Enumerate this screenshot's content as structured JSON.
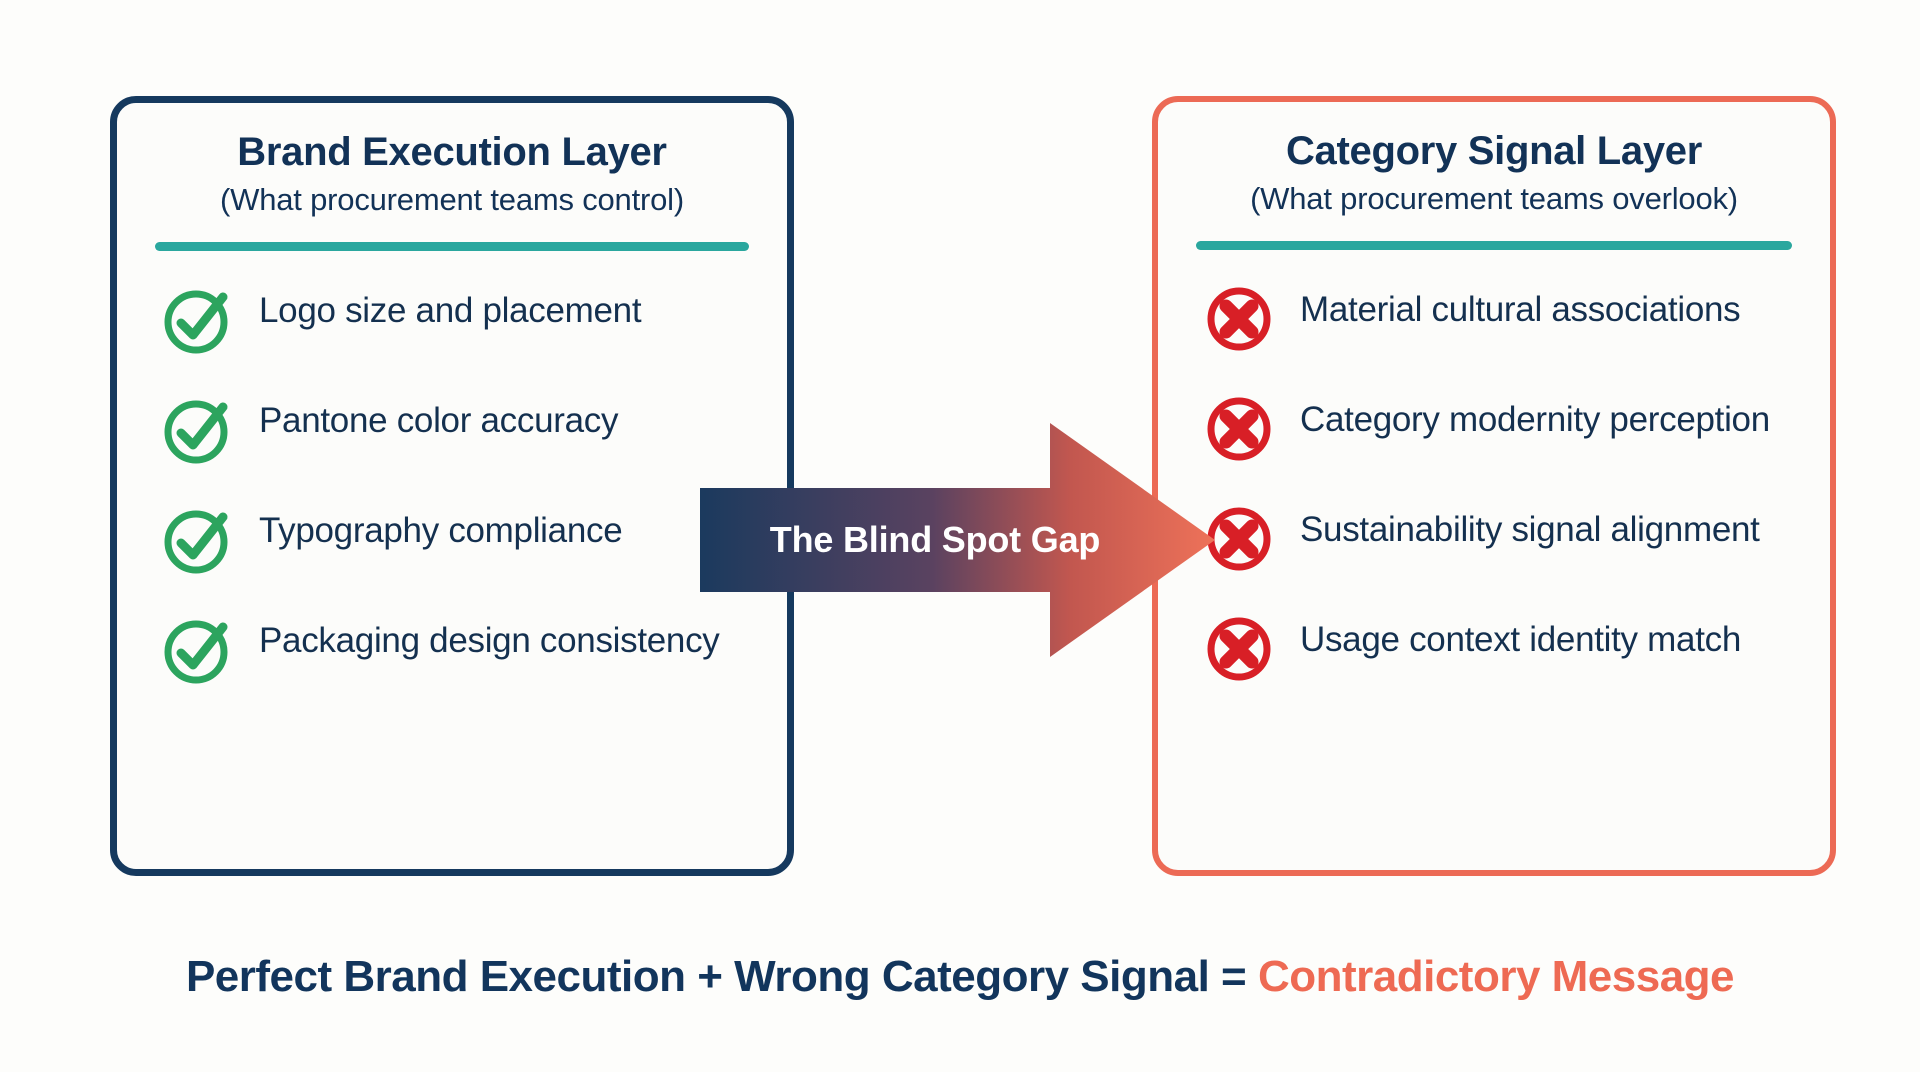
{
  "theme": {
    "navy": "#123257",
    "coral": "#ec6a55",
    "teal": "#2aa79e",
    "green": "#2ca45e",
    "red": "#d81f26",
    "background": "#fdfdfb"
  },
  "left_card": {
    "title": "Brand Execution Layer",
    "subtitle": "(What procurement teams control)",
    "divider_color": "#2aa79e",
    "border_color": "#15395e",
    "icon": "check-circle-icon",
    "items": [
      "Logo size and placement",
      "Pantone color accuracy",
      "Typography compliance",
      "Packaging design consistency"
    ]
  },
  "right_card": {
    "title": "Category Signal Layer",
    "subtitle": "(What procurement teams overlook)",
    "divider_color": "#2aa79e",
    "border_color": "#ec6a55",
    "icon": "x-circle-icon",
    "items": [
      "Material cultural associations",
      "Category modernity perception",
      "Sustainability signal alignment",
      "Usage context identity match"
    ]
  },
  "arrow": {
    "label": "The Blind Spot Gap",
    "gradient_from": "#1b3a5e",
    "gradient_to": "#ee7259"
  },
  "footer": {
    "part1": "Perfect Brand Execution + Wrong Category Signal = ",
    "accent": "Contradictory Message"
  }
}
